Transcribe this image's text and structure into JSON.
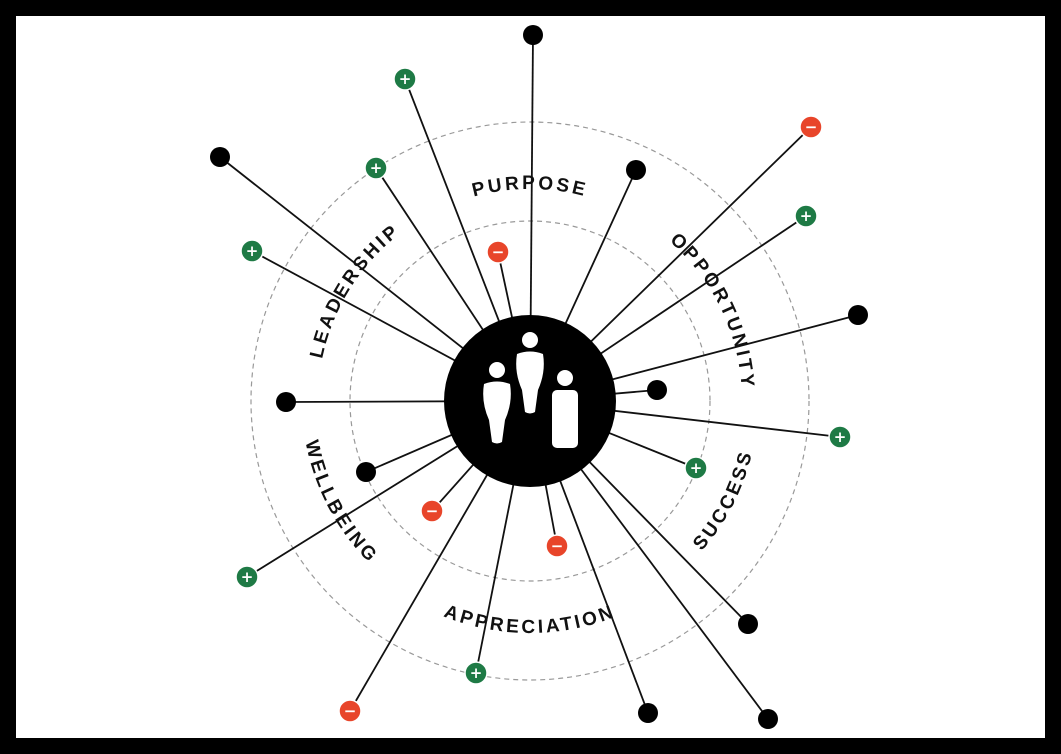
{
  "diagram": {
    "labels": [
      "PURPOSE",
      "OPPORTUNITY",
      "SUCCESS",
      "APPRECIATION",
      "WELLBEING",
      "LEADERSHIP"
    ],
    "center_icon": "people-group-icon",
    "markers": {
      "positive": {
        "symbol": "+",
        "color": "#1e7a45"
      },
      "negative": {
        "symbol": "−",
        "color": "#e8452a"
      },
      "neutral": {
        "color": "#000000"
      }
    },
    "spoke_types": [
      "neutral",
      "positive",
      "neutral",
      "positive",
      "positive",
      "negative",
      "neutral",
      "negative",
      "positive",
      "neutral",
      "neutral",
      "positive",
      "positive",
      "neutral",
      "neutral",
      "negative",
      "positive",
      "negative",
      "neutral",
      "neutral",
      "neutral",
      "positive",
      "negative"
    ]
  }
}
